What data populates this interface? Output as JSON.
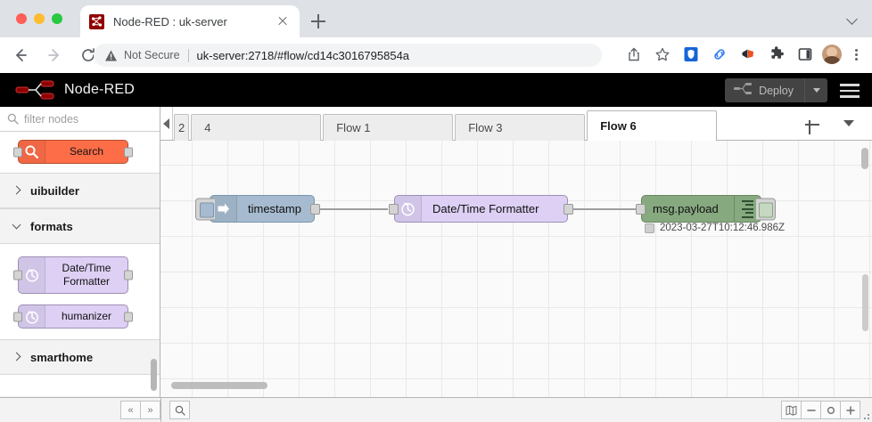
{
  "browser": {
    "tab": {
      "title": "Node-RED : uk-server",
      "favicon": "node-red-favicon",
      "close": "close-icon"
    },
    "new_tab_label": "new-tab-icon",
    "toolbar": {
      "back": "back-arrow-icon",
      "forward": "forward-arrow-icon",
      "reload": "reload-icon",
      "security_label": "Not Secure",
      "url": "uk-server:2718/#flow/cd14c3016795854a",
      "share": "share-icon",
      "bookmark": "star-icon",
      "extensions": [
        "shield-extension-icon",
        "link-extension-icon",
        "megaphone-extension-icon",
        "puzzle-extension-icon",
        "sidepanel-icon"
      ],
      "avatar": "profile-avatar",
      "menu": "kebab-menu-icon"
    }
  },
  "nodered": {
    "brand": "Node-RED",
    "logo": "node-red-logo",
    "deploy": {
      "label": "Deploy",
      "icon": "deploy-icon",
      "caret": "chevron-down-icon"
    },
    "main_menu": "hamburger-menu-icon"
  },
  "palette": {
    "filter": {
      "placeholder": "filter nodes",
      "icon": "search-icon"
    },
    "search_node": {
      "label": "Search",
      "icon": "magnifier-icon",
      "color": "#fc6d48"
    },
    "categories": [
      {
        "name": "uibuilder",
        "expanded": false,
        "nodes": []
      },
      {
        "name": "formats",
        "expanded": true,
        "nodes": [
          {
            "label": "Date/Time Formatter",
            "icon": "clock-icon",
            "color": "#ddd0f4"
          },
          {
            "label": "humanizer",
            "icon": "clock-icon",
            "color": "#ddd0f4"
          }
        ]
      },
      {
        "name": "smarthome",
        "expanded": false,
        "nodes": []
      }
    ]
  },
  "flow_tabs": {
    "scroll_left": "scroll-left-arrow",
    "tabs": [
      {
        "label": "2",
        "active": false
      },
      {
        "label": "4",
        "active": false
      },
      {
        "label": "Flow 1",
        "active": false
      },
      {
        "label": "Flow 3",
        "active": false
      },
      {
        "label": "Flow 6",
        "active": true
      }
    ],
    "add_label": "add-tab-icon",
    "menu_label": "tab-list-icon"
  },
  "canvas": {
    "nodes": [
      {
        "id": "inject",
        "label": "timestamp",
        "type": "inject",
        "color": "#a6bbcf",
        "icon": "arrow-right-icon"
      },
      {
        "id": "formatter",
        "label": "Date/Time Formatter",
        "type": "function",
        "color": "#ddd0f4",
        "icon": "clock-icon"
      },
      {
        "id": "debug",
        "label": "msg.payload",
        "type": "debug",
        "color": "#87a980",
        "icon": "debug-bars-icon",
        "status": "2023-03-27T10:12:46.986Z"
      }
    ]
  },
  "footer": {
    "palette_buttons": [
      "collapse-all-icon",
      "expand-all-icon"
    ],
    "search_button": "search-icon",
    "view_buttons": [
      "navigator-icon",
      "zoom-out-icon",
      "zoom-reset-icon",
      "zoom-in-icon"
    ]
  }
}
